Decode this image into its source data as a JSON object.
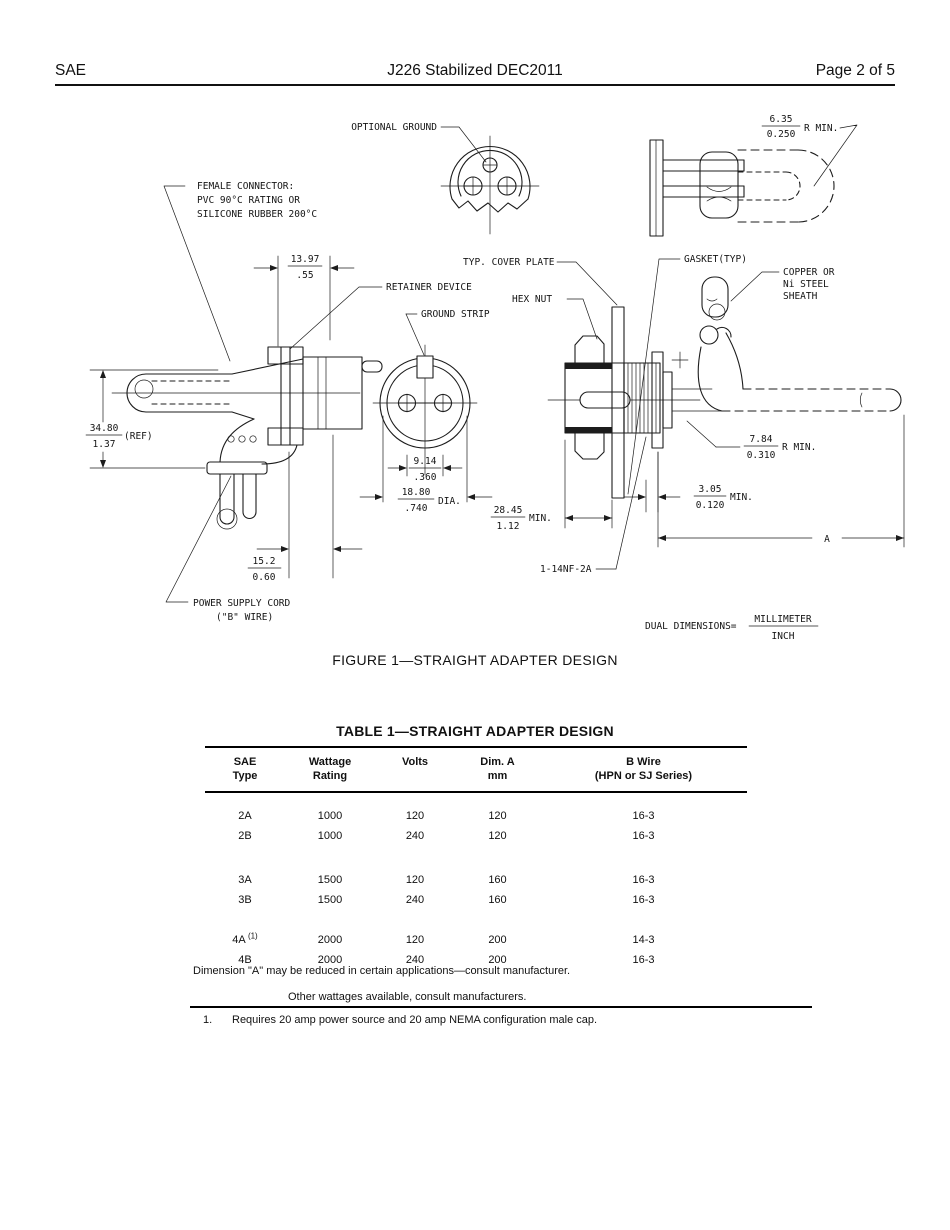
{
  "header": {
    "left": "SAE",
    "center": "J226 Stabilized DEC2011",
    "right": "Page 2 of 5"
  },
  "figure": {
    "caption": "FIGURE 1—STRAIGHT ADAPTER DESIGN",
    "labels": {
      "optional_ground": "OPTIONAL GROUND",
      "female_connector_l1": "FEMALE CONNECTOR:",
      "female_connector_l2": "PVC 90°C RATING OR",
      "female_connector_l3": "SILICONE RUBBER 200°C",
      "retainer_device": "RETAINER DEVICE",
      "ground_strip": "GROUND STRIP",
      "hex_nut": "HEX NUT",
      "cover_plate": "TYP. COVER PLATE",
      "gasket": "GASKET(TYP)",
      "sheath_l1": "COPPER OR",
      "sheath_l2": "Ni STEEL",
      "sheath_l3": "SHEATH",
      "power_cord_l1": "POWER SUPPLY CORD",
      "power_cord_l2": "(\"B\" WIRE)",
      "thread_callout": "1-14NF-2A",
      "dim_a_letter": "A",
      "dual_dims_label": "DUAL DIMENSIONS=",
      "dual_dims_num": "MILLIMETER",
      "dual_dims_den": "INCH"
    },
    "dims": {
      "radius_635": {
        "num": "6.35",
        "den": "0.250",
        "suffix": "R MIN."
      },
      "width_1397": {
        "num": "13.97",
        "den": ".55"
      },
      "height_3480": {
        "num": "34.80",
        "den": "1.37",
        "suffix": "(REF)"
      },
      "width_152": {
        "num": "15.2",
        "den": "0.60"
      },
      "pin_spacing_914": {
        "num": "9.14",
        "den": ".360"
      },
      "dia_1880": {
        "num": "18.80",
        "den": ".740",
        "suffix": "DIA."
      },
      "depth_2845": {
        "num": "28.45",
        "den": "1.12",
        "suffix": "MIN."
      },
      "gap_305": {
        "num": "3.05",
        "den": "0.120",
        "suffix": "MIN."
      },
      "radius_784": {
        "num": "7.84",
        "den": "0.310",
        "suffix": "R MIN."
      }
    }
  },
  "table": {
    "title": "TABLE 1—STRAIGHT ADAPTER DESIGN",
    "columns": [
      {
        "l1": "SAE",
        "l2": "Type"
      },
      {
        "l1": "Wattage",
        "l2": "Rating"
      },
      {
        "l1": "Volts",
        "l2": ""
      },
      {
        "l1": "Dim. A",
        "l2": "mm"
      },
      {
        "l1": "B Wire",
        "l2": "(HPN or SJ Series)"
      }
    ],
    "rows": [
      {
        "type": "2A",
        "wattage": "1000",
        "volts": "120",
        "dim_a": "120",
        "b_wire": "16-3"
      },
      {
        "type": "2B",
        "wattage": "1000",
        "volts": "240",
        "dim_a": "120",
        "b_wire": "16-3"
      },
      {
        "type": "3A",
        "wattage": "1500",
        "volts": "120",
        "dim_a": "160",
        "b_wire": "16-3"
      },
      {
        "type": "3B",
        "wattage": "1500",
        "volts": "240",
        "dim_a": "160",
        "b_wire": "16-3"
      },
      {
        "type": "4A",
        "sup": "(1)",
        "wattage": "2000",
        "volts": "120",
        "dim_a": "200",
        "b_wire": "14-3"
      },
      {
        "type": "4B",
        "wattage": "2000",
        "volts": "240",
        "dim_a": "200",
        "b_wire": "16-3"
      }
    ],
    "note1": "Dimension \"A\" may be reduced in certain applications—consult manufacturer.",
    "note2": "Other wattages available, consult manufacturers.",
    "footnote_marker": "1.",
    "footnote_text": "Requires 20 amp power source and 20 amp NEMA configuration male cap."
  }
}
